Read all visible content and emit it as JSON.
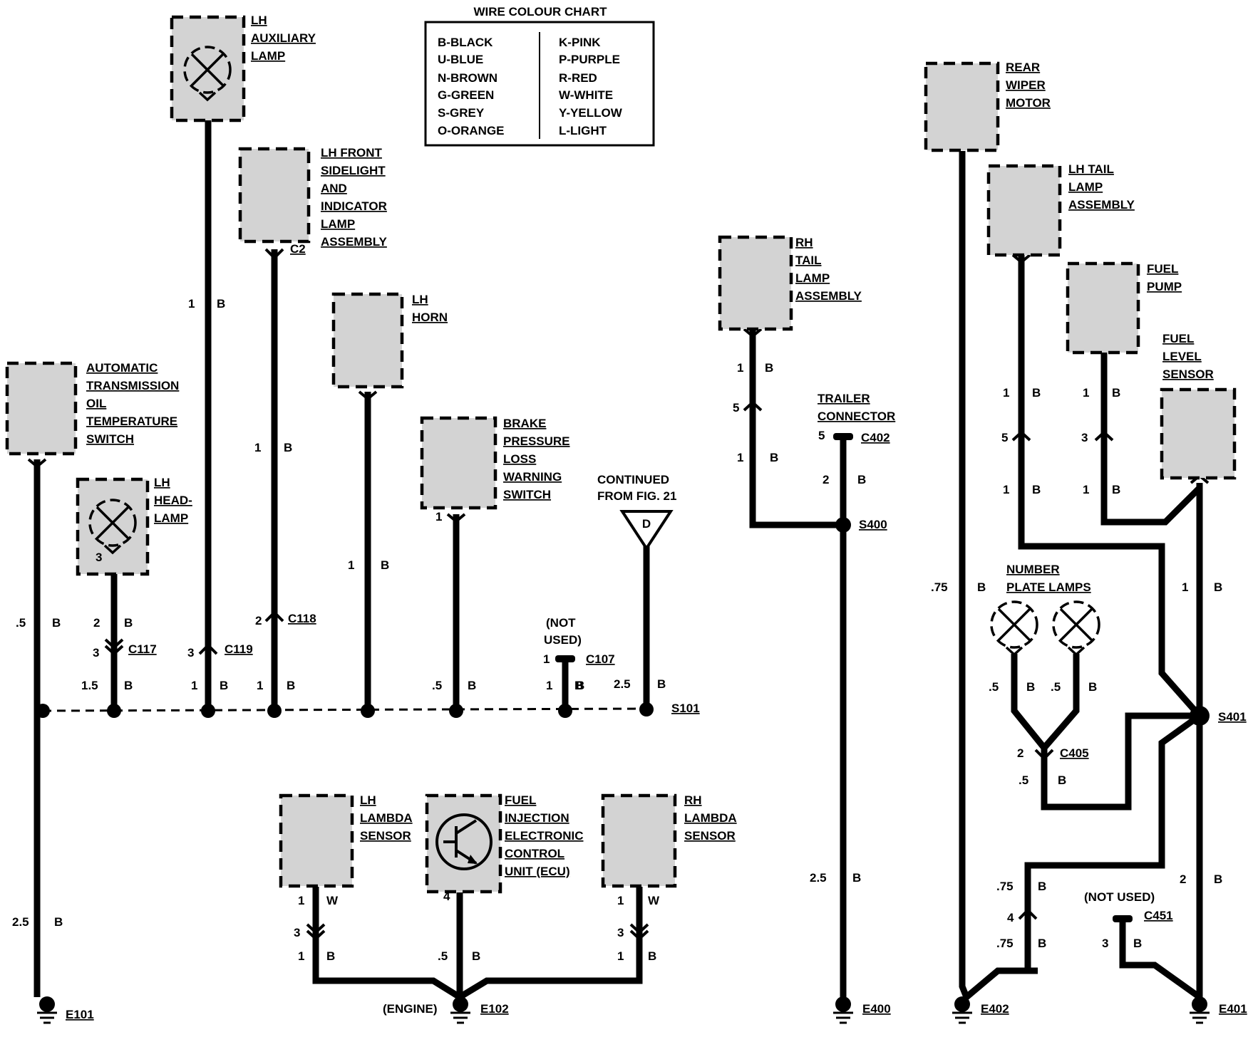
{
  "colour_chart": {
    "title": "WIRE COLOUR CHART",
    "left": [
      "B-BLACK",
      "U-BLUE",
      "N-BROWN",
      "G-GREEN",
      "S-GREY",
      "O-ORANGE"
    ],
    "right": [
      "K-PINK",
      "P-PURPLE",
      "R-RED",
      "W-WHITE",
      "Y-YELLOW",
      "L-LIGHT"
    ]
  },
  "components": {
    "lh_auxiliary_lamp": [
      "LH",
      "AUXILIARY",
      "LAMP"
    ],
    "lh_front_sidelight": [
      "LH FRONT",
      "SIDELIGHT",
      "AND",
      "INDICATOR",
      "LAMP",
      "ASSEMBLY"
    ],
    "lh_horn": [
      "LH",
      "HORN"
    ],
    "atos_switch": [
      "AUTOMATIC",
      "TRANSMISSION",
      "OIL",
      "TEMPERATURE",
      "SWITCH"
    ],
    "lh_headlamp": [
      "LH",
      "HEAD-",
      "LAMP"
    ],
    "brake_switch": [
      "BRAKE",
      "PRESSURE",
      "LOSS",
      "WARNING",
      "SWITCH"
    ],
    "continued": [
      "CONTINUED",
      "FROM FIG. 21"
    ],
    "continued_symbol": "D",
    "rh_tail_lamp": [
      "RH",
      "TAIL",
      "LAMP",
      "ASSEMBLY"
    ],
    "trailer_connector": [
      "TRAILER",
      "CONNECTOR"
    ],
    "rear_wiper_motor": [
      "REAR",
      "WIPER",
      "MOTOR"
    ],
    "lh_tail_lamp": [
      "LH TAIL",
      "LAMP",
      "ASSEMBLY"
    ],
    "fuel_pump": [
      "FUEL",
      "PUMP"
    ],
    "fuel_level_sensor": [
      "FUEL",
      "LEVEL",
      "SENSOR"
    ],
    "number_plate_lamps": [
      "NUMBER",
      "PLATE LAMPS"
    ],
    "lh_lambda": [
      "LH",
      "LAMBDA",
      "SENSOR"
    ],
    "ecu": [
      "FUEL",
      "INJECTION",
      "ELECTRONIC",
      "CONTROL",
      "UNIT (ECU)"
    ],
    "rh_lambda": [
      "RH",
      "LAMBDA",
      "SENSOR"
    ]
  },
  "connectors": {
    "c2": "C2",
    "c117": "C117",
    "c118": "C118",
    "c119": "C119",
    "c107": "C107",
    "c402": "C402",
    "c405": "C405",
    "c451": "C451"
  },
  "splices": {
    "s101": "S101",
    "s400": "S400",
    "s401": "S401"
  },
  "grounds": {
    "e101": "E101",
    "e102": "E102",
    "e400": "E400",
    "e402": "E402",
    "e401": "E401"
  },
  "notes": {
    "not_used": [
      "(NOT",
      "USED)"
    ],
    "not_used_c451": "(NOT USED)",
    "engine": "(ENGINE)"
  },
  "wire_labels": [
    {
      "id": "w1",
      "t": "1"
    },
    {
      "id": "w2",
      "t": "B"
    },
    {
      "id": "w3",
      "t": "1"
    },
    {
      "id": "w4",
      "t": "B"
    },
    {
      "id": "w5",
      "t": "1"
    },
    {
      "id": "w6",
      "t": "B"
    },
    {
      "id": "w7",
      "t": ".5"
    },
    {
      "id": "w8",
      "t": "B"
    },
    {
      "id": "w9",
      "t": "2"
    },
    {
      "id": "w10",
      "t": "B"
    },
    {
      "id": "w11",
      "t": "3"
    },
    {
      "id": "w12",
      "t": "3"
    },
    {
      "id": "w13",
      "t": "2"
    },
    {
      "id": "w14",
      "t": "1.5"
    },
    {
      "id": "w15",
      "t": "B"
    },
    {
      "id": "w16",
      "t": "1"
    },
    {
      "id": "w17",
      "t": "B"
    },
    {
      "id": "w18",
      "t": "1"
    },
    {
      "id": "w19",
      "t": "B"
    },
    {
      "id": "w20",
      "t": ".5"
    },
    {
      "id": "w21",
      "t": "B"
    },
    {
      "id": "w22",
      "t": "1"
    },
    {
      "id": "w23",
      "t": "1"
    },
    {
      "id": "w24",
      "t": "B"
    },
    {
      "id": "w25",
      "t": "1"
    },
    {
      "id": "w26",
      "t": "B"
    },
    {
      "id": "w27",
      "t": "2.5"
    },
    {
      "id": "w28",
      "t": "B"
    },
    {
      "id": "w29",
      "t": "3"
    },
    {
      "id": "w30",
      "t": "2.5"
    },
    {
      "id": "w31",
      "t": "B"
    },
    {
      "id": "w32",
      "t": "1"
    },
    {
      "id": "w33",
      "t": "W"
    },
    {
      "id": "w34",
      "t": "3"
    },
    {
      "id": "w35",
      "t": "1"
    },
    {
      "id": "w36",
      "t": "B"
    },
    {
      "id": "w37",
      "t": "4"
    },
    {
      "id": "w38",
      "t": ".5"
    },
    {
      "id": "w39",
      "t": "B"
    },
    {
      "id": "w40",
      "t": "1"
    },
    {
      "id": "w41",
      "t": "W"
    },
    {
      "id": "w42",
      "t": "3"
    },
    {
      "id": "w43",
      "t": "1"
    },
    {
      "id": "w44",
      "t": "B"
    },
    {
      "id": "w45",
      "t": "1"
    },
    {
      "id": "w46",
      "t": "B"
    },
    {
      "id": "w47",
      "t": "5"
    },
    {
      "id": "w48",
      "t": "1"
    },
    {
      "id": "w49",
      "t": "B"
    },
    {
      "id": "w50",
      "t": "5"
    },
    {
      "id": "w51",
      "t": "2"
    },
    {
      "id": "w52",
      "t": "B"
    },
    {
      "id": "w53",
      "t": "2.5"
    },
    {
      "id": "w54",
      "t": "B"
    },
    {
      "id": "w55",
      "t": ".75"
    },
    {
      "id": "w56",
      "t": "B"
    },
    {
      "id": "w57",
      "t": "1"
    },
    {
      "id": "w58",
      "t": "B"
    },
    {
      "id": "w59",
      "t": "5"
    },
    {
      "id": "w60",
      "t": "1"
    },
    {
      "id": "w61",
      "t": "B"
    },
    {
      "id": "w62",
      "t": "1"
    },
    {
      "id": "w63",
      "t": "B"
    },
    {
      "id": "w64",
      "t": "3"
    },
    {
      "id": "w65",
      "t": "1"
    },
    {
      "id": "w66",
      "t": "B"
    },
    {
      "id": "w67",
      "t": "1"
    },
    {
      "id": "w68",
      "t": "B"
    },
    {
      "id": "w69",
      "t": ".5"
    },
    {
      "id": "w70",
      "t": "B"
    },
    {
      "id": "w71",
      "t": ".5"
    },
    {
      "id": "w72",
      "t": "B"
    },
    {
      "id": "w73",
      "t": "2"
    },
    {
      "id": "w74",
      "t": ".5"
    },
    {
      "id": "w75",
      "t": "B"
    },
    {
      "id": "w76",
      "t": ".75"
    },
    {
      "id": "w77",
      "t": "B"
    },
    {
      "id": "w78",
      "t": "4"
    },
    {
      "id": "w79",
      "t": ".75"
    },
    {
      "id": "w80",
      "t": "B"
    },
    {
      "id": "w81",
      "t": "2"
    },
    {
      "id": "w82",
      "t": "B"
    },
    {
      "id": "w83",
      "t": "3"
    },
    {
      "id": "w84",
      "t": "B"
    }
  ]
}
